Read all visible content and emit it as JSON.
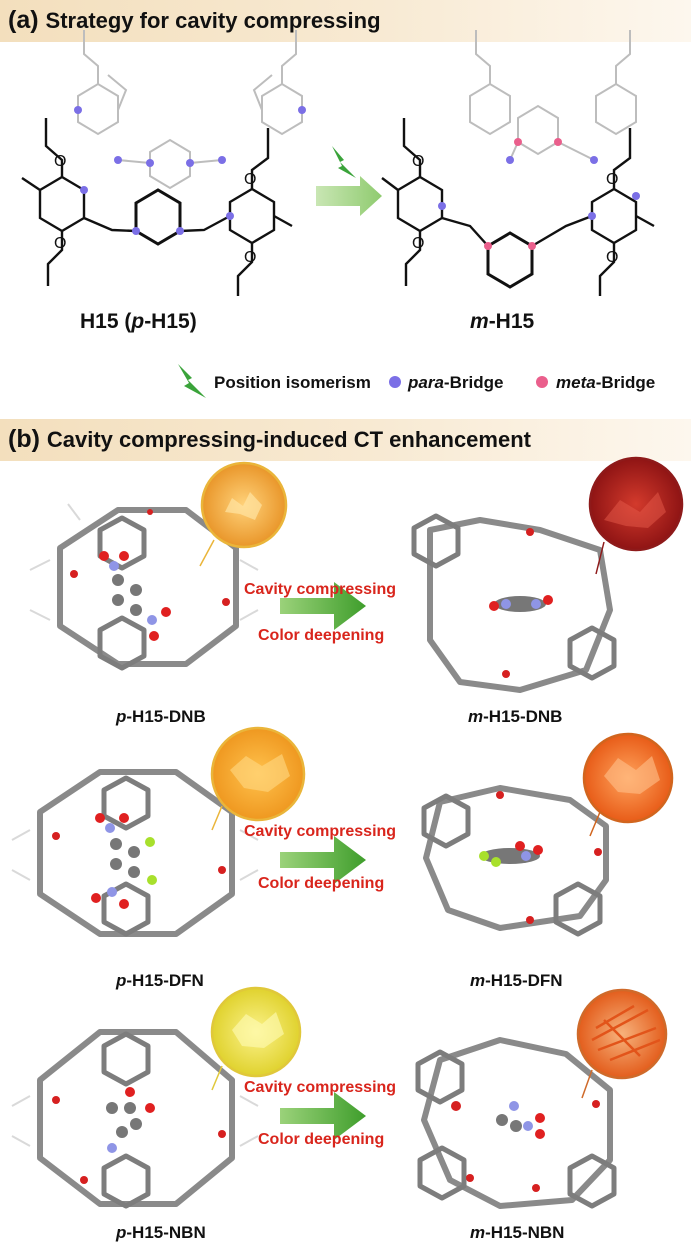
{
  "panel_a": {
    "letter": "(a)",
    "title": "Strategy for cavity compressing",
    "left_label_prefix": "H15 (",
    "left_label_italic": "p",
    "left_label_suffix": "-H15)",
    "right_label_italic": "m",
    "right_label_suffix": "-H15",
    "legend": {
      "position_isomerism": "Position isomerism",
      "para_italic": "para",
      "para_suffix": "-Bridge",
      "meta_italic": "meta",
      "meta_suffix": "-Bridge"
    },
    "colors": {
      "para_dot": "#7b6fe6",
      "meta_dot": "#ea5f8c",
      "arrow": "#9ccf7f",
      "bolt": "#3aa33a"
    }
  },
  "panel_b": {
    "letter": "(b)",
    "title": "Cavity compressing-induced CT enhancement",
    "rows": [
      {
        "arrow_top": "Cavity compressing",
        "arrow_bottom": "Color deepening",
        "left_italic": "p",
        "left_suffix": "-H15-DNB",
        "right_italic": "m",
        "right_suffix": "-H15-DNB"
      },
      {
        "arrow_top": "Cavity compressing",
        "arrow_bottom": "Color deepening",
        "left_italic": "p",
        "left_suffix": "-H15-DFN",
        "right_italic": "m",
        "right_suffix": "-H15-DFN"
      },
      {
        "arrow_top": "Cavity compressing",
        "arrow_bottom": "Color deepening",
        "left_italic": "p",
        "left_suffix": "-H15-NBN",
        "right_italic": "m",
        "right_suffix": "-H15-NBN"
      }
    ],
    "colors": {
      "text_red": "#d9251c",
      "arrow_green": "#4caa34",
      "crystal_1l": "#f0a12a",
      "crystal_1r": "#b51a1a",
      "crystal_2l": "#f3a72a",
      "crystal_2r": "#ec6a1e",
      "crystal_3l": "#e8dc3a",
      "crystal_3r": "#e9702a"
    }
  }
}
